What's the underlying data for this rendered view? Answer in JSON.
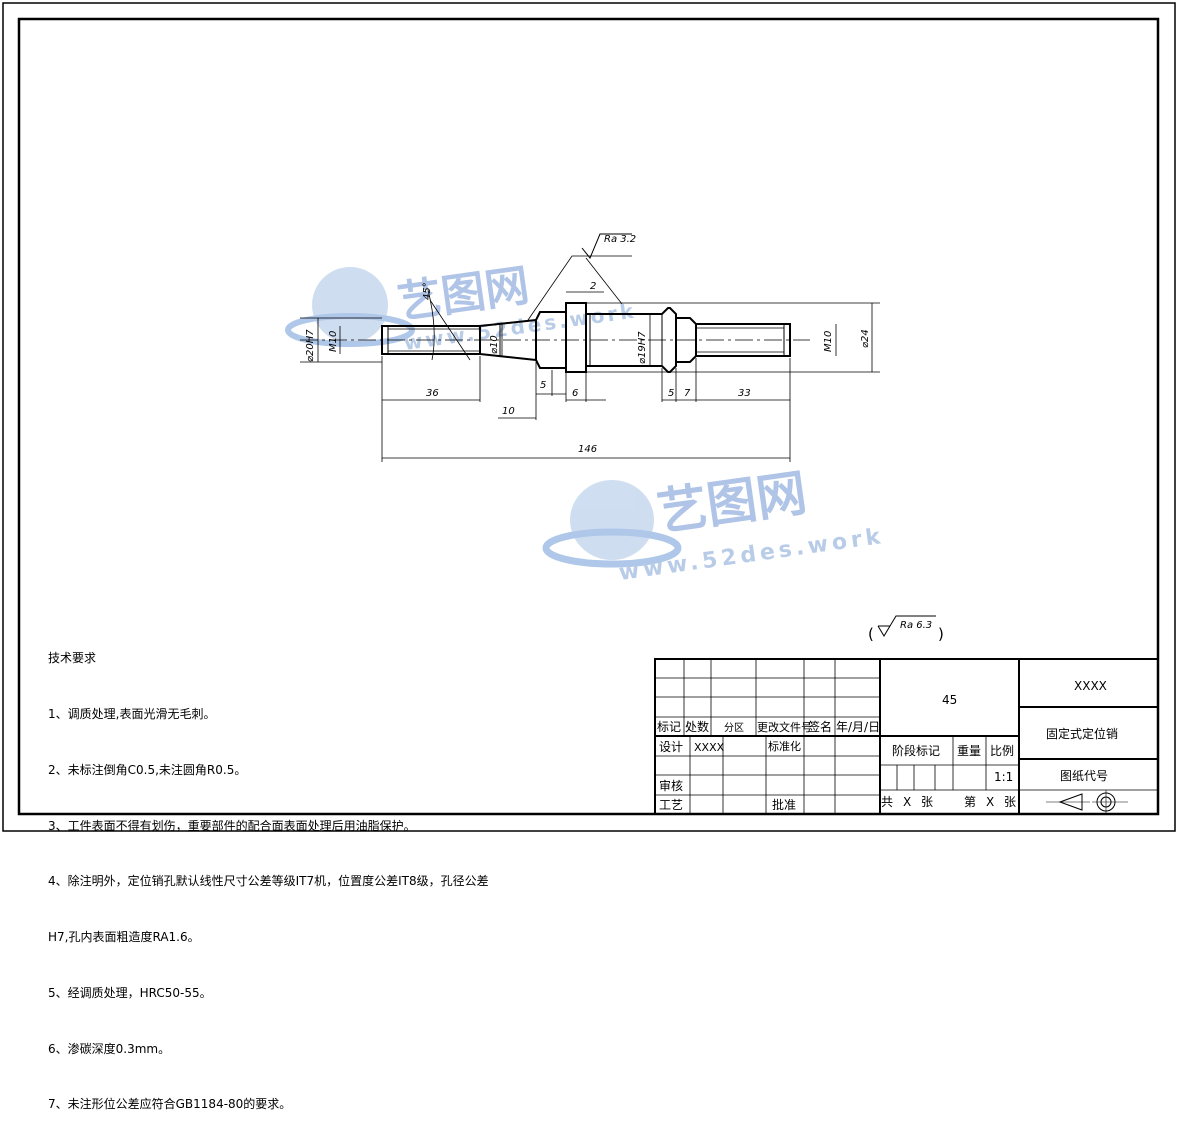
{
  "drawing": {
    "dims": {
      "d20h7": "⌀20H7",
      "m10_left": "M10",
      "d10": "⌀10",
      "d19h7": "⌀19H7",
      "m10_right": "M10",
      "d24": "⌀24",
      "len_36": "36",
      "len_10": "10",
      "len_5a": "5",
      "len_6": "6",
      "len_5b": "5",
      "len_7": "7",
      "len_33": "33",
      "len_146": "146",
      "len_2": "2",
      "angle_45": "45°"
    },
    "roughness_callout": "Ra 3.2",
    "roughness_general": "Ra 6.3",
    "roughness_paren_open": "(",
    "roughness_paren_close": ")"
  },
  "watermark": {
    "brand": "艺图网",
    "url": "www.52des.work",
    "url_alt": "52des.work"
  },
  "tech_requirements": {
    "title": "技术要求",
    "items": [
      "1、调质处理,表面光滑无毛刺。",
      "2、未标注倒角C0.5,未注圆角R0.5。",
      "3、工件表面不得有划伤，重要部件的配合面表面处理后用油脂保护。",
      "4、除注明外，定位销孔默认线性尺寸公差等级IT7机，位置度公差IT8级，孔径公差",
      "H7,孔内表面粗造度RA1.6。",
      "5、经调质处理，HRC50-55。",
      "6、渗碳深度0.3mm。",
      "7、未注形位公差应符合GB1184-80的要求。"
    ]
  },
  "title_block": {
    "biaoji": "标记",
    "chushu": "处数",
    "fenqu": "分区",
    "gengai": "更改文件号",
    "qianming": "签名",
    "nianyueri": "年/月/日",
    "sheji": "设计",
    "designer": "XXXX",
    "biaozhunhua": "标准化",
    "shenhe": "审核",
    "gongyi": "工艺",
    "pizhun": "批准",
    "material": "45",
    "jieduan": "阶段标记",
    "zhongliang": "重量",
    "bili": "比例",
    "scale": "1:1",
    "gong": "共",
    "zhang1": "张",
    "di": "第",
    "zhang2": "张",
    "x1": "X",
    "x2": "X",
    "company": "XXXX",
    "part_name": "固定式定位销",
    "drawing_no_label": "图纸代号"
  }
}
